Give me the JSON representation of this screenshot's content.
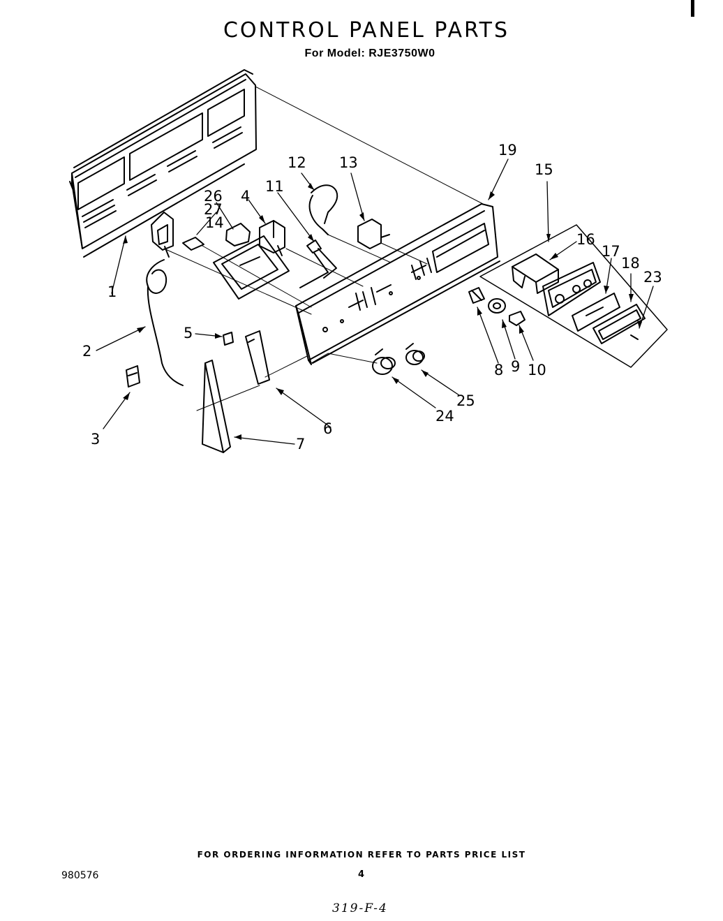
{
  "header": {
    "title": "CONTROL PANEL PARTS",
    "model_line": "For Model: RJE3750W0"
  },
  "diagram": {
    "callouts": [
      "1",
      "2",
      "3",
      "4",
      "5",
      "6",
      "7",
      "8",
      "9",
      "10",
      "11",
      "12",
      "13",
      "14",
      "15",
      "16",
      "17",
      "18",
      "19",
      "23",
      "24",
      "25",
      "26",
      "27"
    ]
  },
  "footer": {
    "ordering_note": "FOR ORDERING INFORMATION REFER TO PARTS PRICE LIST",
    "doc_number": "980576",
    "page_number": "4",
    "handwritten_ref": "319-F-4"
  }
}
